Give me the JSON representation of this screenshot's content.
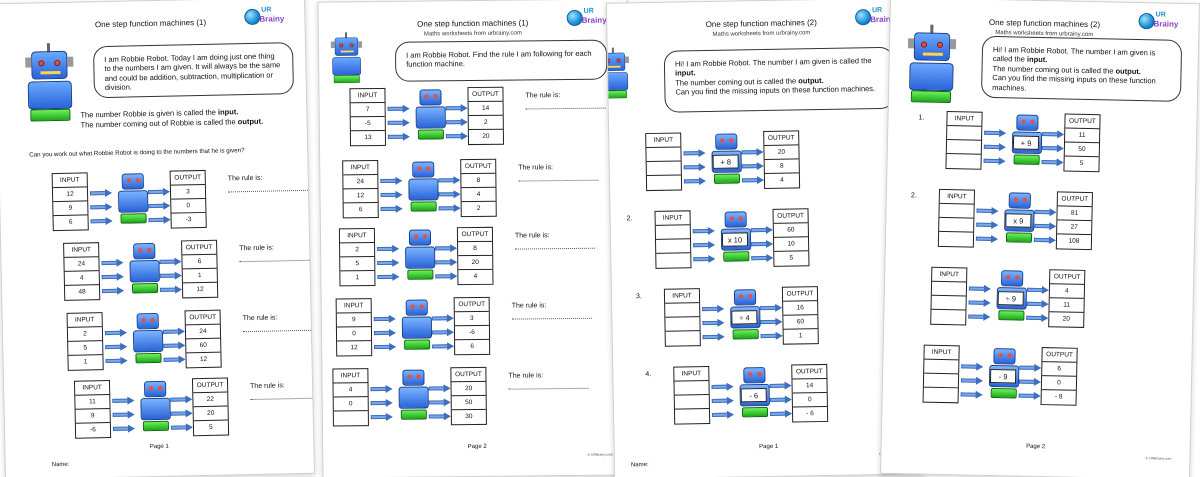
{
  "sheet1": {
    "title": "One step function machines (1)",
    "intro": "I am Robbie Robot. Today I am doing just one thing to the numbers I am given. It will always be the same and could be addition, subtraction, multiplication or division.",
    "note_line1_pre": "The number Robbie is given is called the ",
    "note_line1_bold": "input.",
    "note_line2_pre": "The number coming out of Robbie is called the ",
    "note_line2_bold": "output.",
    "question": "Can you work out what Robbie Robot is doing to the numbers that he is given?",
    "input_label": "INPUT",
    "output_label": "OUTPUT",
    "rule_label": "The rule is:",
    "machines": [
      {
        "in": [
          "12",
          "9",
          "6"
        ],
        "out": [
          "3",
          "0",
          "-3"
        ]
      },
      {
        "in": [
          "24",
          "4",
          "48"
        ],
        "out": [
          "6",
          "1",
          "12"
        ]
      },
      {
        "in": [
          "2",
          "5",
          "1"
        ],
        "out": [
          "24",
          "60",
          "12"
        ]
      },
      {
        "in": [
          "11",
          "9",
          "-6"
        ],
        "out": [
          "22",
          "20",
          "5"
        ]
      }
    ],
    "page": "Page 1",
    "name": "Name:"
  },
  "sheet2": {
    "title": "One step function machines (1)",
    "subtitle": "Maths worksheets from urbrainy.com",
    "intro": "I am Robbie Robot. Find the rule I am following for each function machine.",
    "input_label": "INPUT",
    "output_label": "OUTPUT",
    "rule_label": "The rule is:",
    "machines": [
      {
        "in": [
          "7",
          "-5",
          "13"
        ],
        "out": [
          "14",
          "2",
          "20"
        ]
      },
      {
        "in": [
          "24",
          "12",
          "6"
        ],
        "out": [
          "8",
          "4",
          "2"
        ]
      },
      {
        "in": [
          "2",
          "5",
          "1"
        ],
        "out": [
          "8",
          "20",
          "4"
        ]
      },
      {
        "in": [
          "9",
          "0",
          "12"
        ],
        "out": [
          "3",
          "-6",
          "6"
        ]
      },
      {
        "in": [
          "4",
          "0",
          ""
        ],
        "out": [
          "20",
          "50",
          "30"
        ]
      }
    ],
    "page": "Page 2"
  },
  "sheet3": {
    "title": "One step function machines (2)",
    "subtitle": "Maths worksheets from urbrainy.com",
    "intro_1": "Hi! I am Robbie Robot. The number I am given is called the ",
    "intro_bold1": "input.",
    "intro_2": "The number coming out is called the ",
    "intro_bold2": "output.",
    "intro_3": "Can you find the missing inputs on these function machines.",
    "input_label": "INPUT",
    "output_label": "OUTPUT",
    "machines": [
      {
        "num": "",
        "op": "+ 8",
        "out": [
          "20",
          "8",
          "4"
        ]
      },
      {
        "num": "2.",
        "op": "x 10",
        "out": [
          "60",
          "10",
          "5"
        ]
      },
      {
        "num": "3.",
        "op": "÷ 4",
        "out": [
          "16",
          "60",
          "1"
        ]
      },
      {
        "num": "4.",
        "op": "- 6",
        "out": [
          "14",
          "0",
          "- 6"
        ]
      }
    ],
    "page": "Page 1",
    "name": "Name:"
  },
  "sheet4": {
    "title": "One step function machines (2)",
    "subtitle": "Maths worksheets from urbrainy.com",
    "intro_1": "Hi! I am Robbie Robot. The number I am given is called the ",
    "intro_bold1": "input.",
    "intro_2": "The number coming out is called the ",
    "intro_bold2": "output.",
    "intro_3": "Can you find the missing inputs on these function machines.",
    "input_label": "INPUT",
    "output_label": "OUTPUT",
    "machines": [
      {
        "num": "1.",
        "op": "+ 9",
        "out": [
          "11",
          "50",
          "5"
        ]
      },
      {
        "num": "2.",
        "op": "x 9",
        "out": [
          "81",
          "27",
          "108"
        ]
      },
      {
        "num": "",
        "op": "÷ 9",
        "out": [
          "4",
          "11",
          "20"
        ]
      },
      {
        "num": "",
        "op": "- 9",
        "out": [
          "6",
          "0",
          "- 8"
        ]
      }
    ],
    "page": "Page 2"
  },
  "logo": {
    "ur": "UR",
    "brainy": "Brainy"
  },
  "copyright": "© URBrainy.com",
  "colors": {
    "robot_blue": "#2a64d8",
    "robot_green": "#1ea81a",
    "arrow": "#7fa7e6",
    "logo_purple": "#8a3fc7"
  }
}
